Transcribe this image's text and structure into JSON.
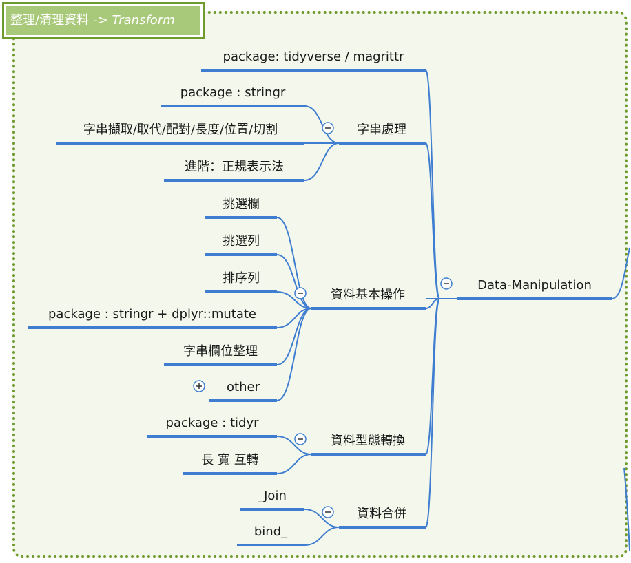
{
  "header": {
    "title_cn": "整理/清理資料",
    "title_arrow": "->",
    "title_en": "Transform"
  },
  "mindmap": {
    "root": "Data-Manipulation",
    "branches": [
      {
        "label": "package: tidyverse / magrittr",
        "collapsed": false,
        "children": []
      },
      {
        "label": "字串處理",
        "collapsed": false,
        "children": [
          "package : stringr",
          "字串擷取/取代/配對/長度/位置/切割",
          "進階：正規表示法"
        ]
      },
      {
        "label": "資料基本操作",
        "collapsed": false,
        "children": [
          "挑選欄",
          "挑選列",
          "排序列",
          "package : stringr + dplyr::mutate",
          "字串欄位整理",
          "other"
        ]
      },
      {
        "label": "資料型態轉換",
        "collapsed": false,
        "children": [
          "package : tidyr",
          "長 寬 互轉"
        ]
      },
      {
        "label": "資料合併",
        "collapsed": false,
        "children": [
          "_Join",
          "bind_"
        ]
      }
    ]
  },
  "colors": {
    "line": "#3f7dd0",
    "frame": "#6f9a2d",
    "frame_fill": "#f4f8ec",
    "badge_fill": "#a9c97a",
    "text": "#1a1a1a"
  },
  "icons": {
    "collapse": "minus-circle-icon",
    "expand": "plus-circle-icon"
  }
}
